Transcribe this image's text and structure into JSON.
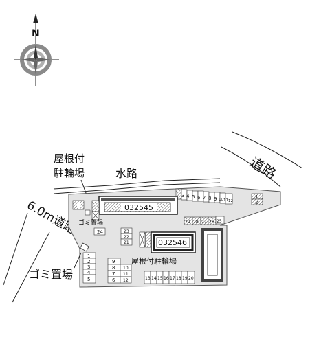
{
  "labels": {
    "compass_n": "N",
    "road_ne": "道路",
    "road_sw": "6.0m道路",
    "canal": "水路",
    "covered_bike_1a": "屋根付",
    "covered_bike_1b": "駐輪場",
    "garbage_small": "ゴミ置場",
    "garbage_big": "ゴミ置場",
    "covered_bike_2": "屋根付駐輪場"
  },
  "buildings": {
    "north_id": "032545",
    "south_id": "032546"
  },
  "parking": {
    "top_row": [
      "3",
      "4",
      "5",
      "6",
      "7",
      "8",
      "9",
      "10",
      "11",
      "12"
    ],
    "right_pair": [
      "1",
      "2"
    ],
    "mid_row": [
      "29",
      "28",
      "27",
      "26",
      "25"
    ],
    "small_lone": "24",
    "mid_col": [
      "23",
      "22",
      "21"
    ],
    "left_col": [
      "1",
      "2",
      "3",
      "4",
      "5"
    ],
    "col_a": [
      "9",
      "8",
      "7",
      "6"
    ],
    "col_b": [
      "10",
      "11",
      "12"
    ],
    "bottom_row": [
      "13",
      "14",
      "15",
      "16",
      "17",
      "18",
      "19",
      "20"
    ]
  }
}
